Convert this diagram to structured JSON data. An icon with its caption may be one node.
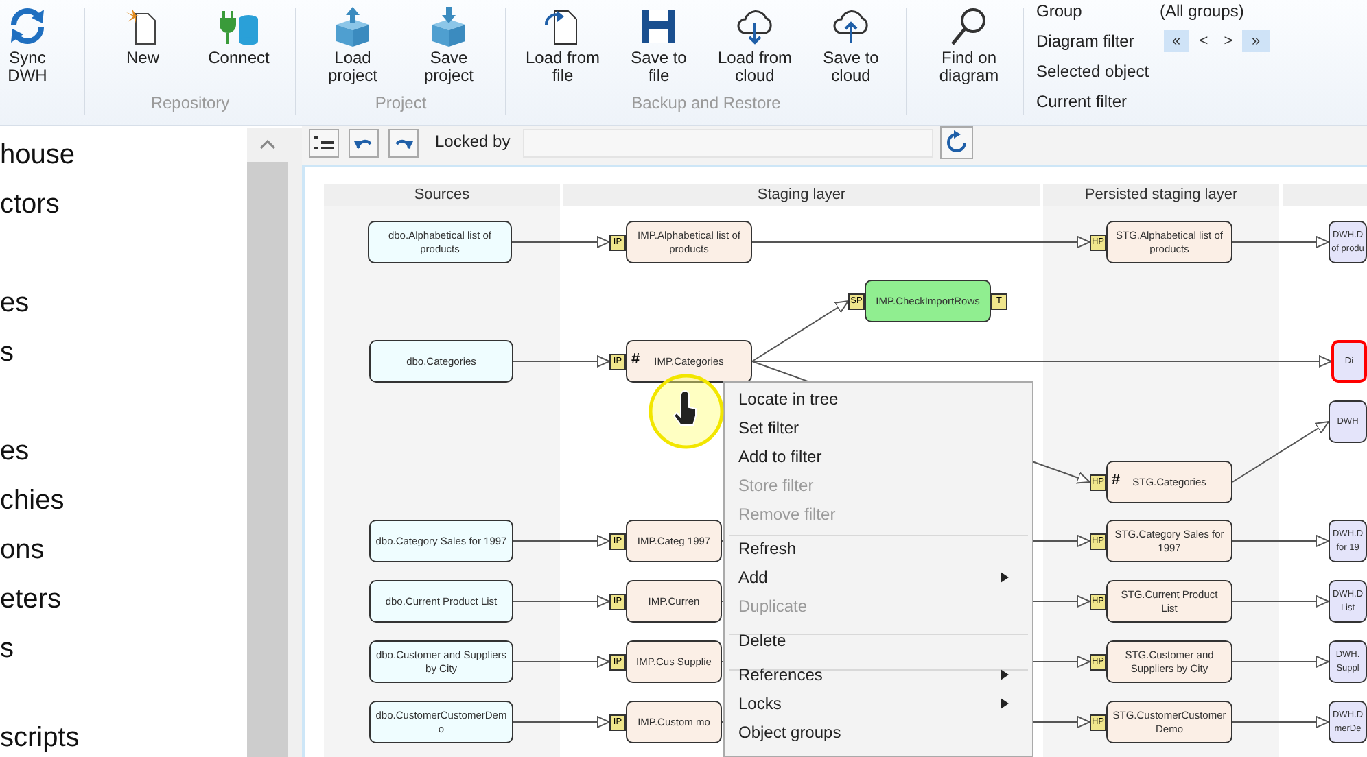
{
  "diagram": {
    "nodes": [
      {
        "text": [
          "Sources"
        ]
      },
      {
        "text": [
          "Staging layer"
        ]
      },
      {
        "text": [
          "Persisted staging layer"
        ]
      },
      {
        "text": [
          "dbo.Alphabetical list of products"
        ],
        "in": 0
      },
      {
        "text": [
          "dbo.Categories"
        ],
        "in": 0
      },
      {
        "text": [
          "dbo.Category Sales for 1997"
        ],
        "in": 0
      },
      {
        "text": [
          "dbo.Current Product List"
        ],
        "in": 0
      },
      {
        "text": [
          "dbo.Customer and Suppliers by City"
        ],
        "in": 0
      },
      {
        "text": [
          "dbo.CustomerCustomerDemo"
        ],
        "in": 0
      },
      {
        "text": [
          "IMP.Alphabetical list of products"
        ],
        "in": 1,
        "beside": [
          "IP"
        ]
      },
      {
        "text": [
          "IMP.CheckImportRows"
        ],
        "in": 1,
        "beside": [
          "SP",
          "T"
        ]
      },
      {
        "text": [
          "#",
          "IMP.Categories"
        ],
        "in": 1,
        "beside": [
          "IP"
        ]
      },
      {
        "text": [
          "IMP.Categ 1997"
        ],
        "in": 1,
        "beside": [
          "IP"
        ]
      },
      {
        "text": [
          "IMP.Curren"
        ],
        "in": 1,
        "beside": [
          "IP"
        ]
      },
      {
        "text": [
          "IMP.Cus Supplie"
        ],
        "in": 1,
        "beside": [
          "IP"
        ]
      },
      {
        "text": [
          "IMP.Custom mo"
        ],
        "in": 1,
        "beside": [
          "IP"
        ]
      },
      {
        "text": [
          "STG.Alphabetical list of products"
        ],
        "in": 2,
        "beside": [
          "HP"
        ]
      },
      {
        "text": [
          "#",
          "STG.Categories"
        ],
        "in": 2,
        "beside": [
          "HP"
        ]
      },
      {
        "text": [
          "STG.Category Sales for 1997"
        ],
        "in": 2,
        "beside": [
          "HP"
        ]
      },
      {
        "text": [
          "STG.Current Product List"
        ],
        "in": 2,
        "beside": [
          "HP"
        ]
      },
      {
        "text": [
          "STG.Customer and Suppliers by City"
        ],
        "in": 2,
        "beside": [
          "HP"
        ]
      },
      {
        "text": [
          "STG.CustomerCustomerDemo"
        ],
        "in": 2,
        "beside": [
          "HP"
        ]
      },
      {
        "text": [
          "DWH.D of produ"
        ]
      },
      {
        "text": [
          "Di"
        ]
      },
      {
        "text": [
          "DWH"
        ]
      },
      {
        "text": [
          "DWH.D for 19"
        ]
      },
      {
        "text": [
          "DWH.D List"
        ]
      },
      {
        "text": [
          "DWH. Suppl"
        ]
      },
      {
        "text": [
          "DWH.D merDe"
        ]
      }
    ],
    "edges": [
      {
        "from": 3,
        "to": 9,
        "arrow": "to"
      },
      {
        "from": 9,
        "to": 16,
        "arrow": "to"
      },
      {
        "from": 16,
        "to": 22,
        "arrow": "to"
      },
      {
        "from": 4,
        "to": 11,
        "arrow": "to"
      },
      {
        "from": 11,
        "to": 10,
        "arrow": "to"
      },
      {
        "from": 11,
        "to": 23,
        "arrow": "to"
      },
      {
        "from": 11,
        "to": 17,
        "arrow": "to"
      },
      {
        "from": 17,
        "to": 24,
        "arrow": "to"
      },
      {
        "from": 5,
        "to": 12,
        "arrow": "to"
      },
      {
        "from": 12,
        "to": 18,
        "arrow": "to"
      },
      {
        "from": 18,
        "to": 25,
        "arrow": "to"
      },
      {
        "from": 6,
        "to": 13,
        "arrow": "to"
      },
      {
        "from": 13,
        "to": 19,
        "arrow": "to"
      },
      {
        "from": 19,
        "to": 26,
        "arrow": "to"
      },
      {
        "from": 7,
        "to": 14,
        "arrow": "to"
      },
      {
        "from": 14,
        "to": 20,
        "arrow": "to"
      },
      {
        "from": 20,
        "to": 27,
        "arrow": "to"
      },
      {
        "from": 8,
        "to": 15,
        "arrow": "to"
      },
      {
        "from": 15,
        "to": 21,
        "arrow": "to"
      },
      {
        "from": 21,
        "to": 28,
        "arrow": "to"
      }
    ],
    "labels": [
      "Sync DWH",
      "New",
      "Connect",
      "Load project",
      "Save project",
      "Load from file",
      "Save to file",
      "Load from cloud",
      "Save to cloud",
      "Find on diagram",
      "Repository",
      "Project",
      "Backup and Restore",
      "Group",
      "(All groups)",
      "Diagram filter",
      "«",
      "<",
      ">",
      "»",
      "Selected object",
      "Current filter",
      "Locked by",
      "house",
      "ctors",
      "es",
      "s",
      "es",
      "chies",
      "ons",
      "eters",
      "s",
      "scripts",
      "Locate in tree",
      "Set filter",
      "Add to filter",
      "Store filter",
      "Remove filter",
      "Refresh",
      "Add",
      "Duplicate",
      "Delete",
      "References",
      "Locks",
      "Object groups"
    ]
  }
}
